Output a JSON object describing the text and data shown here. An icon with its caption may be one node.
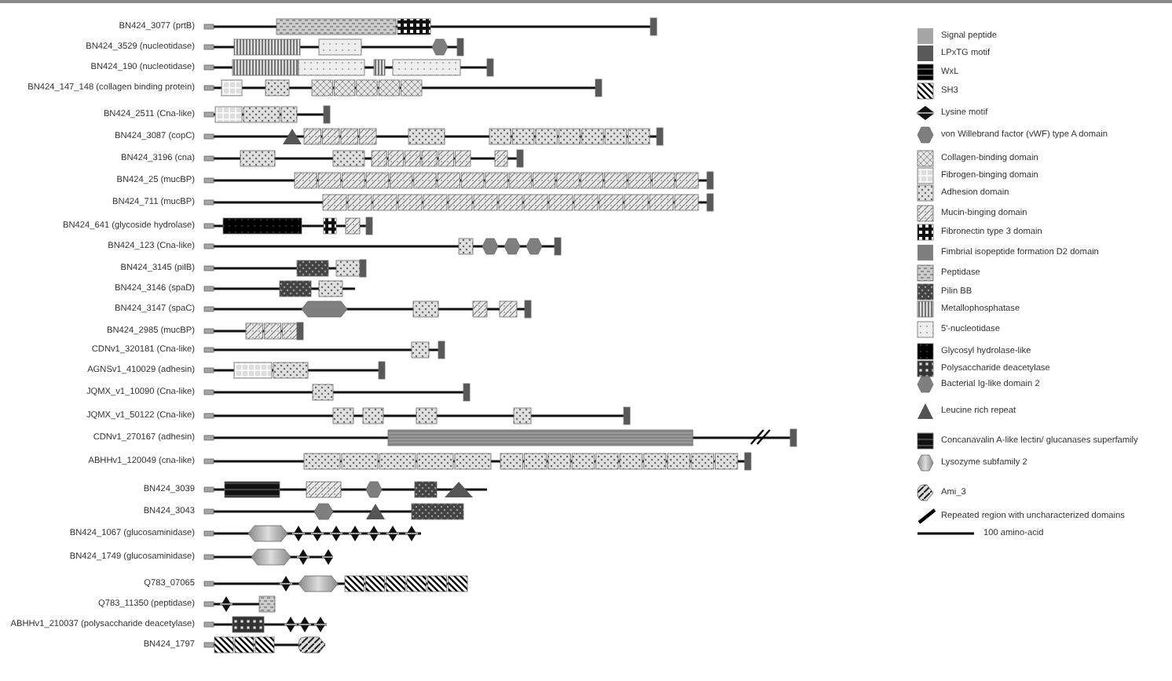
{
  "diagram": {
    "labels": [
      "BN424_3077 (prtB)",
      "BN424_3529 (nucleotidase)",
      "BN424_190 (nucleotidase)",
      "BN424_147_148 (collagen binding protein)",
      "BN424_2511 (Cna-like)",
      "BN424_3087 (copC)",
      "BN424_3196 (cna)",
      "BN424_25 (mucBP)",
      "BN424_711 (mucBP)",
      "BN424_641 (glycoside hydrolase)",
      "BN424_123 (Cna-like)",
      "BN424_3145 (pilB)",
      "BN424_3146 (spaD)",
      "BN424_3147 (spaC)",
      "BN424_2985 (mucBP)",
      "CDNv1_320181 (Cna-like)",
      "AGNSv1_410029 (adhesin)",
      "JQMX_v1_10090 (Cna-like)",
      "JQMX_v1_50122 (Cna-like)",
      "CDNv1_270167 (adhesin)",
      "ABHHv1_120049 (cna-like)",
      "BN424_3039",
      "BN424_3043",
      "BN424_1067 (glucosaminidase)",
      "BN424_1749 (glucosaminidase)",
      "Q783_07065",
      "Q783_11350 (peptidase)",
      "ABHHv1_210037 (polysaccharide deacetylase)",
      "BN424_1797"
    ],
    "legend": [
      {
        "text": "Signal peptide",
        "color": "#a6a6a6"
      },
      {
        "text": "LPxTG motif",
        "color": "#595959"
      },
      {
        "text": "WxL"
      },
      {
        "text": "SH3"
      },
      {
        "text": "Lysine motif"
      },
      {
        "text": "von Willebrand factor (vWF) type A domain"
      },
      {
        "text": "Collagen-binding domain"
      },
      {
        "text": "Fibrogen-binging domain"
      },
      {
        "text": "Adhesion domain"
      },
      {
        "text": "Mucin-binging domain"
      },
      {
        "text": "Fibronectin type 3 domain"
      },
      {
        "text": "Fimbrial isopeptide formation D2 domain",
        "color": "#7f7f7f"
      },
      {
        "text": "Peptidase"
      },
      {
        "text": "Pilin BB"
      },
      {
        "text": "Metallophosphatase"
      },
      {
        "text": "5'-nucleotidase"
      },
      {
        "text": "Glycosyl hydrolase-like"
      },
      {
        "text": "Polysaccharide deacetylase"
      },
      {
        "text": "Bacterial Ig-like domain 2"
      },
      {
        "text": "Leucine rich repeat"
      },
      {
        "text": "Concanavalin A-like lectin/ glucanases superfamily"
      },
      {
        "text": "Lysozyme subfamily 2"
      },
      {
        "text": "Ami_3"
      },
      {
        "text": "Repeated region with uncharacterized domains"
      },
      {
        "text": "100 amino-acid"
      }
    ]
  }
}
